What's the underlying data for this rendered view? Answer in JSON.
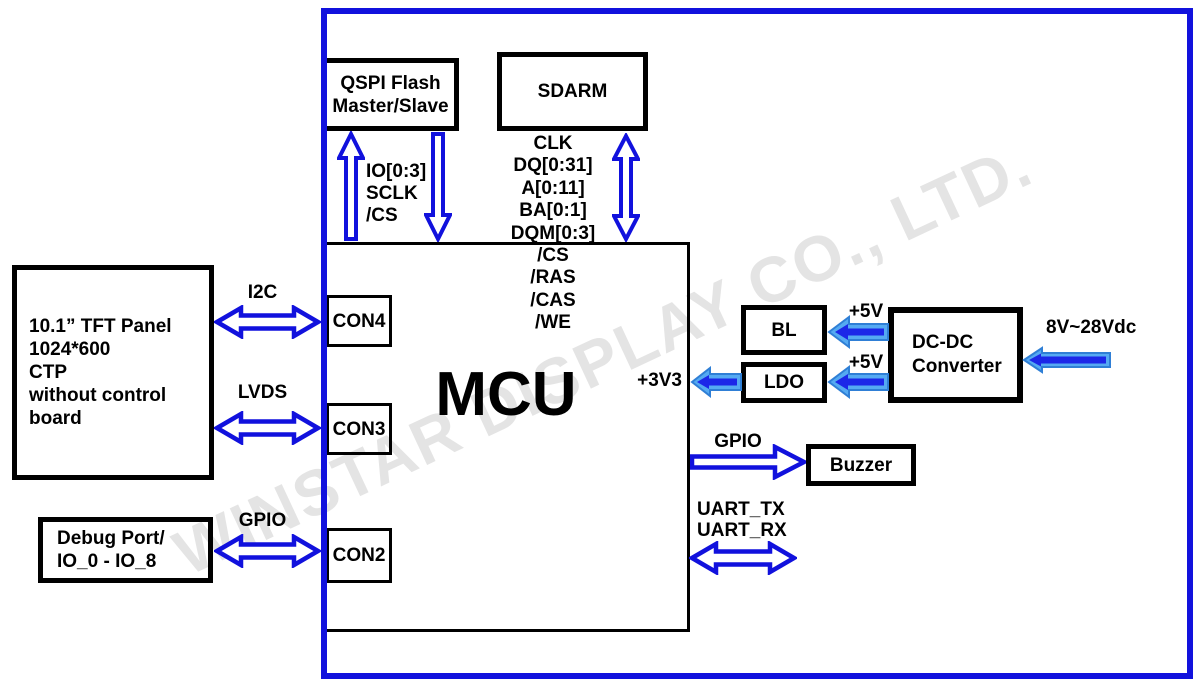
{
  "watermark": "WINSTAR DISPLAY CO., LTD.",
  "colors": {
    "line_blue": "#1111dd",
    "arrow_fill_light_blue": "#55aaf2",
    "arrow_core_blue": "#1c27e8",
    "box_border_black": "#000000",
    "watermark_gray": "#e4e4e4"
  },
  "boxes": {
    "qspi": {
      "lines": [
        "QSPI Flash",
        "Master/Slave"
      ]
    },
    "sdram": {
      "label": "SDARM"
    },
    "mcu": {
      "label": "MCU"
    },
    "con4": {
      "label": "CON4"
    },
    "con3": {
      "label": "CON3"
    },
    "con2": {
      "label": "CON2"
    },
    "tft": {
      "lines": [
        "10.1” TFT Panel",
        "1024*600",
        "CTP",
        "without control",
        "board"
      ]
    },
    "debug": {
      "lines": [
        "Debug Port/",
        "IO_0 - IO_8"
      ]
    },
    "bl": {
      "label": "BL"
    },
    "ldo": {
      "label": "LDO"
    },
    "dcdc": {
      "lines": [
        "DC-DC",
        "Converter"
      ]
    },
    "buzzer": {
      "label": "Buzzer"
    }
  },
  "signals": {
    "qspi_bus": [
      "IO[0:3]",
      "SCLK",
      "/CS"
    ],
    "sdram_bus": [
      "CLK",
      "DQ[0:31]",
      "A[0:11]",
      "BA[0:1]",
      "DQM[0:3]",
      "/CS",
      "/RAS",
      "/CAS",
      "/WE"
    ],
    "i2c": "I2C",
    "lvds": "LVDS",
    "gpio_debug": "GPIO",
    "gpio_buzzer": "GPIO",
    "uart": [
      "UART_TX",
      "UART_RX"
    ],
    "v5_bl": "+5V",
    "v5_ldo": "+5V",
    "v3": "+3V3",
    "vin": "8V~28Vdc"
  }
}
